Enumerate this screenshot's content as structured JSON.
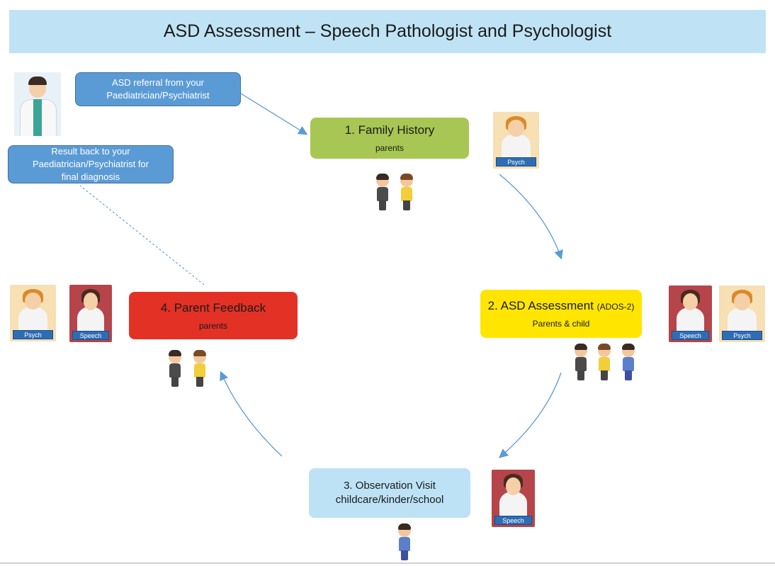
{
  "title": "ASD Assessment – Speech Pathologist and Psychologist",
  "notes": {
    "referral": [
      "ASD referral from your",
      "Paediatrician/Psychiatrist"
    ],
    "result": [
      "Result back to your",
      "Paediatrician/Psychiatrist for",
      "final diagnosis"
    ]
  },
  "steps": [
    {
      "label": "1. Family History",
      "sub": "parents",
      "color": "#a8c653"
    },
    {
      "label": "2. ASD Assessment",
      "label_paren": "(ADOS-2)",
      "sub": "Parents & child",
      "color": "#ffe500"
    },
    {
      "label_lines": [
        "3. Observation Visit",
        "childcare/kinder/school"
      ],
      "color": "#bde2f5"
    },
    {
      "label": "4. Parent Feedback",
      "sub": "parents",
      "color": "#e33125"
    }
  ],
  "clinician_badges": {
    "psych": "Psych",
    "speech": "Speech"
  },
  "colors": {
    "title_bg": "#bfe3f5",
    "note_bg": "#5b9bd5",
    "arrow": "#5b9bd5"
  },
  "icons": [
    "doctor-icon",
    "psychologist-icon",
    "speech-pathologist-icon",
    "father-icon",
    "mother-icon",
    "child-icon"
  ]
}
